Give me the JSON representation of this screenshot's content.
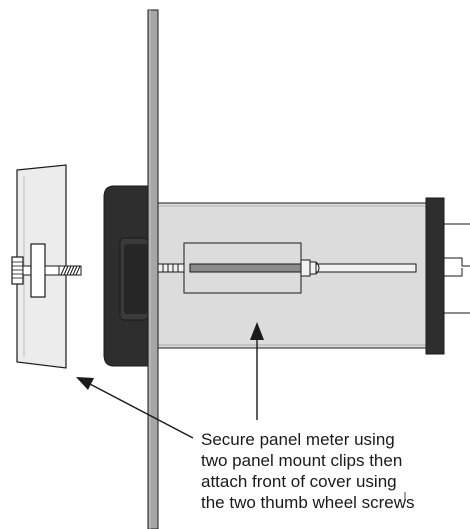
{
  "caption": {
    "lines": [
      "Secure panel meter using",
      "two panel mount clips then",
      "attach front of cover using",
      "the two thumb wheel screws"
    ]
  },
  "colors": {
    "panel_gray": "#a6a6a6",
    "meter_body": "#dcdcdc",
    "bezel_dark": "#2e2e2e",
    "outline": "#1a1a1a",
    "cover_fill": "#ececec"
  }
}
